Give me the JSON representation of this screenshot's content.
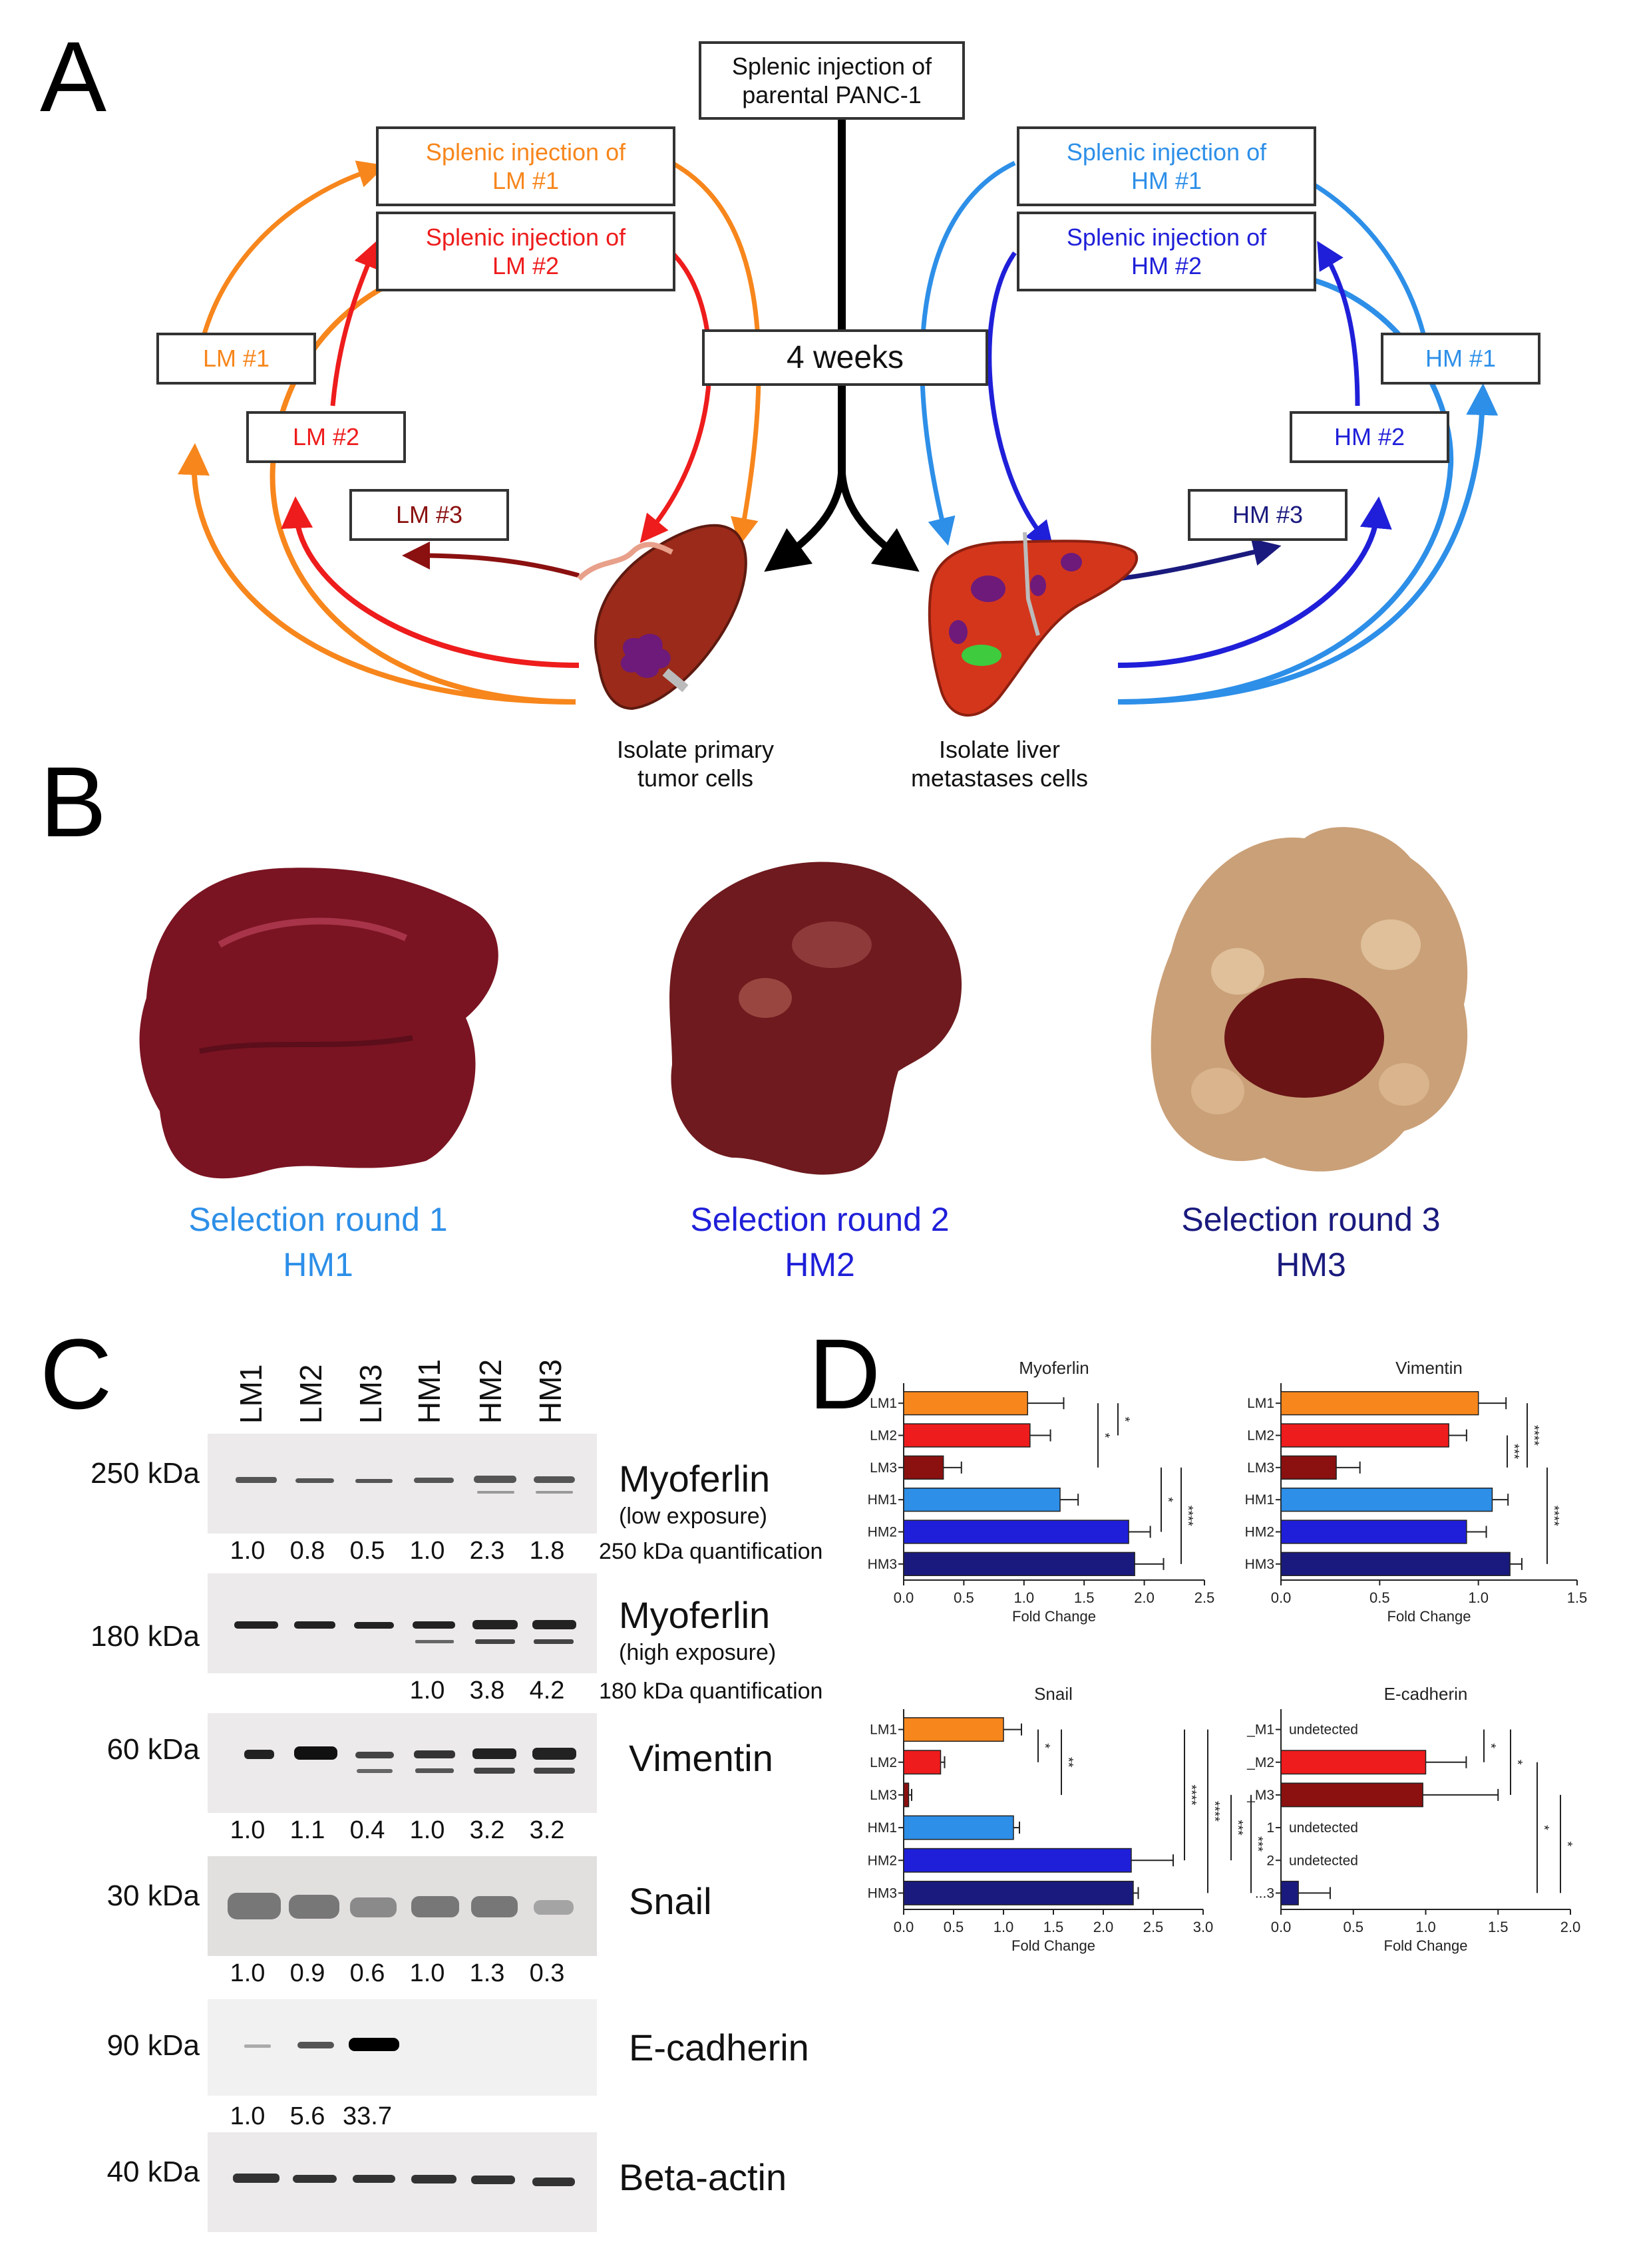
{
  "panels": {
    "a": "A",
    "b": "B",
    "c": "C",
    "d": "D"
  },
  "colors": {
    "lm1": "#f7861c",
    "lm2": "#ee1c1c",
    "lm3": "#8b1010",
    "hm1": "#2d8fe8",
    "hm2": "#1f1fd9",
    "hm3": "#1a1a7e",
    "parental": "#000000"
  },
  "panelA": {
    "parental_box": "Splenic injection of\nparental PANC-1",
    "weeks_box": "4 weeks",
    "inj_lm1": "Splenic injection of\nLM #1",
    "inj_lm2": "Splenic injection of\nLM #2",
    "inj_hm1": "Splenic injection of\nHM #1",
    "inj_hm2": "Splenic injection of\nHM #2",
    "lm1": "LM #1",
    "lm2": "LM #2",
    "lm3": "LM #3",
    "hm1": "HM #1",
    "hm2": "HM #2",
    "hm3": "HM #3",
    "spleen_caption": "Isolate primary\ntumor cells",
    "liver_caption": "Isolate liver\nmetastases cells",
    "spleen_icon": "spleen-illustration",
    "liver_icon": "liver-illustration"
  },
  "panelB": {
    "round1": "Selection round 1\nHM1",
    "round2": "Selection round 2\nHM2",
    "round3": "Selection round 3\nHM3",
    "round1_color": "#2d8fe8",
    "round2_color": "#1f1fd9",
    "round3_color": "#1a1a7e",
    "liver_photo_icons": [
      "liver-photo-hm1",
      "liver-photo-hm2",
      "liver-photo-hm3"
    ]
  },
  "panelC": {
    "lanes": [
      "LM1",
      "LM2",
      "LM3",
      "HM1",
      "HM2",
      "HM3"
    ],
    "blots": [
      {
        "kda": "250 kDa",
        "protein": "Myoferlin",
        "sub": "(low exposure)",
        "quant_label": "250 kDa quantification",
        "quant": [
          "1.0",
          "0.8",
          "0.5",
          "1.0",
          "2.3",
          "1.8"
        ]
      },
      {
        "kda": "180 kDa",
        "protein": "Myoferlin",
        "sub": "(high exposure)",
        "quant_label": "180 kDa quantification",
        "quant": [
          "",
          "",
          "",
          "1.0",
          "3.8",
          "4.2"
        ]
      },
      {
        "kda": "60 kDa",
        "protein": "Vimentin",
        "sub": "",
        "quant_label": "",
        "quant": [
          "1.0",
          "1.1",
          "0.4",
          "1.0",
          "3.2",
          "3.2"
        ]
      },
      {
        "kda": "30 kDa",
        "protein": "Snail",
        "sub": "",
        "quant_label": "",
        "quant": [
          "1.0",
          "0.9",
          "0.6",
          "1.0",
          "1.3",
          "0.3"
        ]
      },
      {
        "kda": "90 kDa",
        "protein": "E-cadherin",
        "sub": "",
        "quant_label": "",
        "quant": [
          "1.0",
          "5.6",
          "33.7",
          "",
          "",
          ""
        ]
      },
      {
        "kda": "40 kDa",
        "protein": "Beta-actin",
        "sub": "",
        "quant_label": "",
        "quant": [
          "",
          "",
          "",
          "",
          "",
          ""
        ]
      }
    ]
  },
  "chart_data": [
    {
      "type": "bar",
      "title": "Myoferlin",
      "xlabel": "Fold Change",
      "ylabel": "",
      "orientation": "horizontal",
      "categories": [
        "LM1",
        "LM2",
        "LM3",
        "HM1",
        "HM2",
        "HM3"
      ],
      "values": [
        1.03,
        1.05,
        0.33,
        1.3,
        1.87,
        1.92
      ],
      "errors": [
        0.3,
        0.17,
        0.15,
        0.15,
        0.18,
        0.24
      ],
      "xlim": [
        0,
        2.5
      ],
      "xticks": [
        "0.0",
        "0.5",
        "1.0",
        "1.5",
        "2.0",
        "2.5"
      ],
      "bar_labels": [
        "",
        "",
        "",
        "",
        "",
        ""
      ],
      "significance": [
        "*",
        "*",
        "*",
        "****"
      ]
    },
    {
      "type": "bar",
      "title": "Vimentin",
      "xlabel": "Fold Change",
      "ylabel": "",
      "orientation": "horizontal",
      "categories": [
        "LM1",
        "LM2",
        "LM3",
        "HM1",
        "HM2",
        "HM3"
      ],
      "values": [
        1.0,
        0.85,
        0.28,
        1.07,
        0.94,
        1.16
      ],
      "errors": [
        0.14,
        0.09,
        0.12,
        0.08,
        0.1,
        0.06
      ],
      "xlim": [
        0,
        1.5
      ],
      "xticks": [
        "0.0",
        "0.5",
        "1.0",
        "1.5"
      ],
      "bar_labels": [
        "",
        "",
        "",
        "",
        "",
        ""
      ],
      "significance": [
        "***",
        "****",
        "****"
      ]
    },
    {
      "type": "bar",
      "title": "Snail",
      "xlabel": "Fold Change",
      "ylabel": "",
      "orientation": "horizontal",
      "categories": [
        "LM1",
        "LM2",
        "LM3",
        "HM1",
        "HM2",
        "HM3"
      ],
      "values": [
        1.0,
        0.37,
        0.05,
        1.1,
        2.28,
        2.3
      ],
      "errors": [
        0.18,
        0.04,
        0.03,
        0.06,
        0.42,
        0.05
      ],
      "xlim": [
        0,
        3.0
      ],
      "xticks": [
        "0.0",
        "0.5",
        "1.0",
        "1.5",
        "2.0",
        "2.5",
        "3.0"
      ],
      "bar_labels": [
        "",
        "",
        "",
        "",
        "",
        ""
      ],
      "significance": [
        "*",
        "**",
        "****",
        "****",
        "***",
        "***"
      ]
    },
    {
      "type": "bar",
      "title": "E-cadherin",
      "xlabel": "Fold Change",
      "ylabel": "",
      "orientation": "horizontal",
      "categories": [
        "_M1",
        "_M2",
        "_M3",
        "1",
        "2",
        "...3"
      ],
      "values": [
        0,
        1.0,
        0.98,
        0,
        0,
        0.12
      ],
      "errors": [
        0,
        0.28,
        0.52,
        0,
        0,
        0.22
      ],
      "xlim": [
        0,
        2.0
      ],
      "xticks": [
        "0.0",
        "0.5",
        "1.0",
        "1.5",
        "2.0"
      ],
      "bar_labels": [
        "undetected",
        "",
        "",
        "undetected",
        "undetected",
        ""
      ],
      "significance": [
        "*",
        "*",
        "*",
        "*"
      ]
    }
  ]
}
